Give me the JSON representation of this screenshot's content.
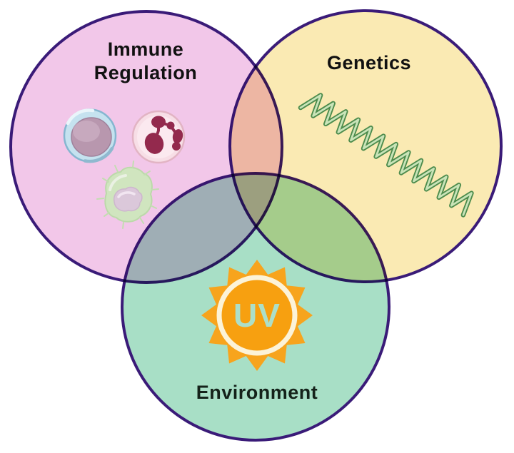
{
  "venn": {
    "background_color": "#FFFFFF",
    "border_color": "#3A1B78",
    "circles": [
      {
        "id": "immune-regulation",
        "label": "Immune Regulation",
        "label_line1": "Immune",
        "label_line2": "Regulation",
        "color": "#F2C7E9",
        "text_color": "#111111"
      },
      {
        "id": "genetics",
        "label": "Genetics",
        "color": "#FAEAB3",
        "text_color": "#111111"
      },
      {
        "id": "environment",
        "label": "Environment",
        "color": "#A8DFC6",
        "text_color": "#14221A"
      }
    ],
    "uv_sun": {
      "text": "UV",
      "sun_color": "#F7A41D",
      "disc_color": "#F7A010",
      "ring_color": "#FCF3D8",
      "text_color": "#ACDFC9"
    },
    "dna": {
      "strand_dark": "#4C8B4C",
      "strand_light": "#C9E4B8"
    },
    "icons": [
      {
        "name": "lymphocyte-cell-icon",
        "depicts": "blue lymphocyte immune cell"
      },
      {
        "name": "neutrophil-cell-icon",
        "depicts": "pink neutrophil immune cell with lobed nucleus"
      },
      {
        "name": "dendritic-cell-icon",
        "depicts": "green dendritic immune cell"
      },
      {
        "name": "dna-helix-icon",
        "depicts": "green DNA double helix coil"
      },
      {
        "name": "uv-sun-icon",
        "depicts": "orange sun badge labeled UV"
      }
    ]
  }
}
